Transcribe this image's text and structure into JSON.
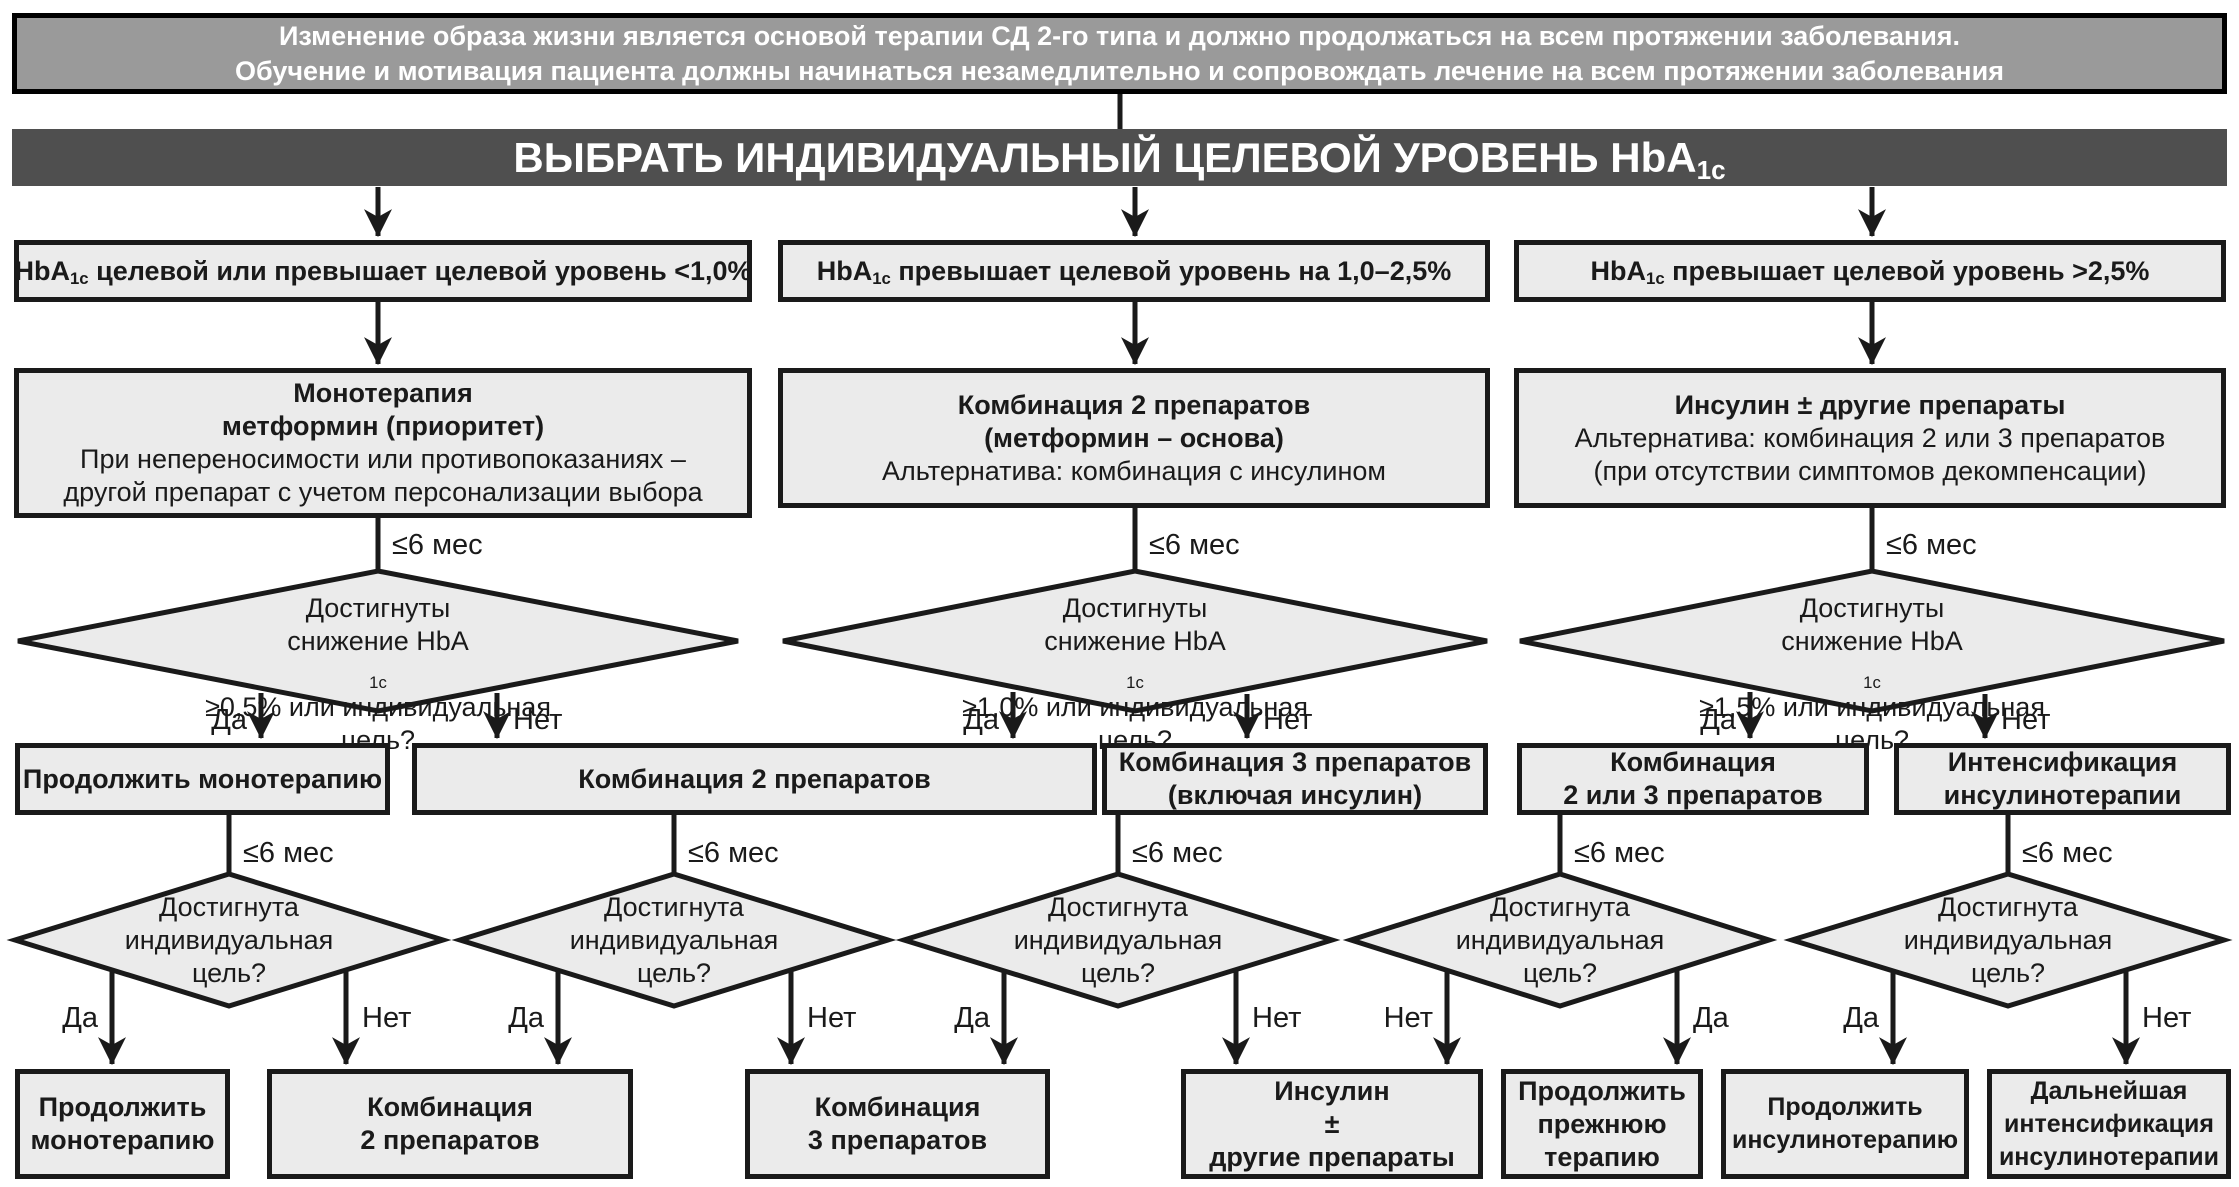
{
  "colors": {
    "banner_gray": "#9a9a9a",
    "banner_dark": "#4f4f4f",
    "box_fill": "#ebebeb",
    "line": "#1a1a1a"
  },
  "top_banner": {
    "line1": "Изменение образа жизни является основой терапии СД 2-го типа и должно продолжаться на всем протяжении заболевания.",
    "line2": "Обучение и мотивация пациента должны начинаться незамедлительно и сопровождать лечение на всем протяжении заболевания"
  },
  "title_banner": {
    "pre": "ВЫБРАТЬ ИНДИВИДУАЛЬНЫЙ ЦЕЛЕВОЙ УРОВЕНЬ HbA",
    "sub": "1c"
  },
  "labels": {
    "yes": "Да",
    "no": "Нет",
    "interval": "≤6 мес"
  },
  "conditions": [
    {
      "pre": "HbA",
      "sub": "1c",
      "post": " целевой или превышает целевой уровень <1,0%"
    },
    {
      "pre": "HbA",
      "sub": "1c",
      "post": " превышает целевой уровень на 1,0–2,5%"
    },
    {
      "pre": "HbA",
      "sub": "1c",
      "post": " превышает целевой уровень >2,5%"
    }
  ],
  "therapies": [
    {
      "line1": "Монотерапия",
      "line2": "метформин (приоритет)",
      "line3": "При непереносимости или противопоказаниях –",
      "line4": "другой препарат с учетом персонализации выбора"
    },
    {
      "line1": "Комбинация 2 препаратов",
      "line2": "(метформин – основа)",
      "line3": "Альтернатива: комбинация с инсулином"
    },
    {
      "line1": "Инсулин ± другие препараты",
      "line2": "Альтернатива: комбинация 2 или 3 препаратов",
      "line3": "(при отсутствии симптомов декомпенсации)"
    }
  ],
  "decisions_round1": [
    {
      "line1": "Достигнуты",
      "line2_pre": "снижение HbA",
      "line2_sub": "1c",
      "line2_post": "≥0,5% или индивидуальная",
      "line3": "цель?"
    },
    {
      "line1": "Достигнуты",
      "line2_pre": "снижение HbA",
      "line2_sub": "1c",
      "line2_post": "≥1,0% или индивидуальная",
      "line3": "цель?"
    },
    {
      "line1": "Достигнуты",
      "line2_pre": "снижение HbA",
      "line2_sub": "1c",
      "line2_post": "≥1,5% или индивидуальная",
      "line3": "цель?"
    }
  ],
  "decision_round2": {
    "line1": "Достигнута",
    "line2": "индивидуальная",
    "line3": "цель?"
  },
  "mid_actions": [
    {
      "line1": "Продолжить монотерапию"
    },
    {
      "line1": "Комбинация 2 препаратов"
    },
    {
      "line1": "Комбинация 3 препаратов",
      "line2": "(включая инсулин)"
    },
    {
      "line1": "Комбинация",
      "line2": "2 или 3 препаратов"
    },
    {
      "line1": "Интенсификация",
      "line2": "инсулинотерапии"
    }
  ],
  "final_actions": [
    {
      "line1": "Продолжить",
      "line2": "монотерапию"
    },
    {
      "line1": "Комбинация",
      "line2": "2 препаратов"
    },
    {
      "line1": "Комбинация",
      "line2": "3 препаратов"
    },
    {
      "line1": "Инсулин",
      "line2": "±",
      "line3": "другие препараты"
    },
    {
      "line1": "Продолжить",
      "line2": "прежнюю",
      "line3": "терапию"
    },
    {
      "line1": "Продолжить",
      "line2": "инсулинотерапию"
    },
    {
      "line1": "Дальнейшая",
      "line2": "интенсификация",
      "line3": "инсулинотерапии"
    }
  ]
}
